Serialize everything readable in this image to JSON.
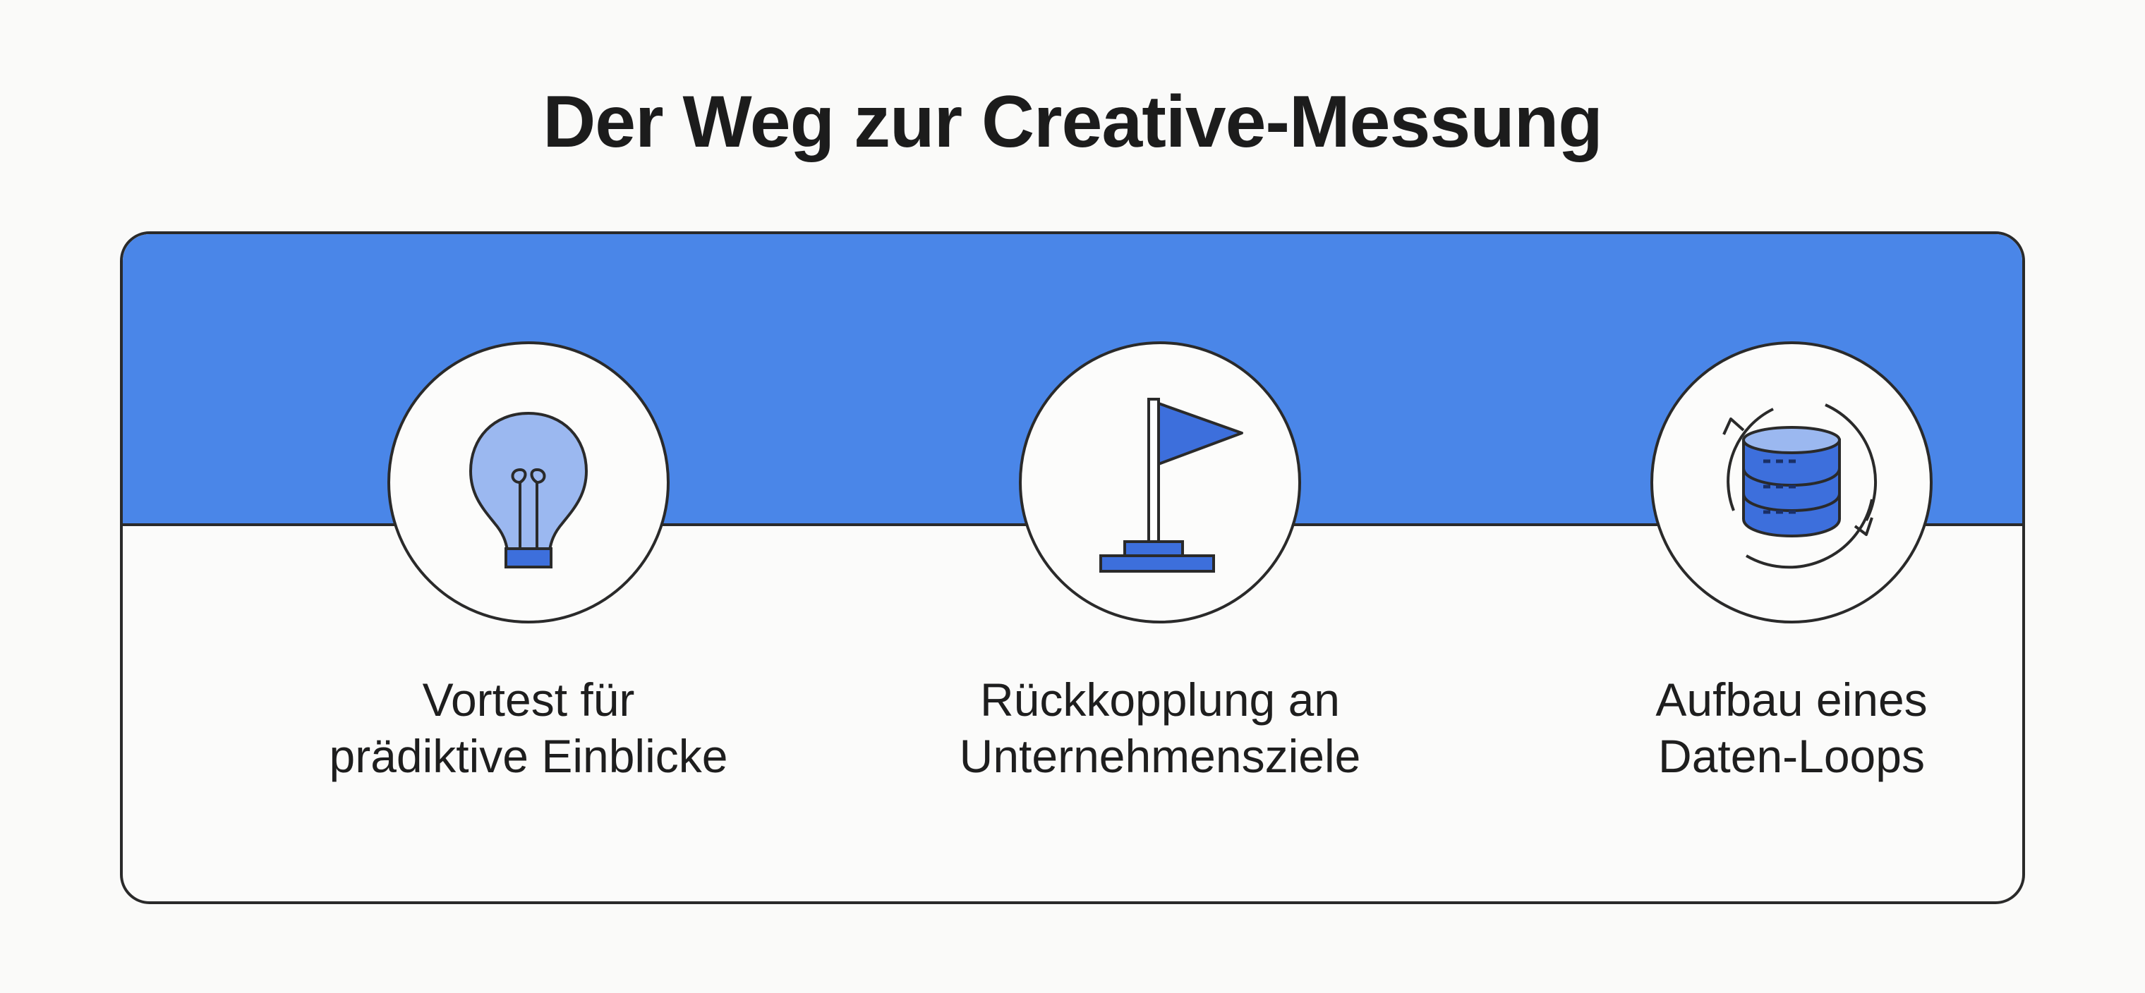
{
  "title": "Der Weg zur Creative-Messung",
  "steps": [
    {
      "icon": "lightbulb-icon",
      "line1": "Vortest für",
      "line2": "prädiktive Einblicke"
    },
    {
      "icon": "flag-icon",
      "line1": "Rückkopplung an",
      "line2": "Unternehmensziele"
    },
    {
      "icon": "database-cycle-icon",
      "line1": "Aufbau eines",
      "line2": "Daten-Loops"
    }
  ],
  "colors": {
    "accent": "#4a86e8",
    "icon_fill": "#3d6fdc",
    "icon_light": "#9bb8f0",
    "outline": "#2a2a2a",
    "background": "#fafaf9"
  }
}
